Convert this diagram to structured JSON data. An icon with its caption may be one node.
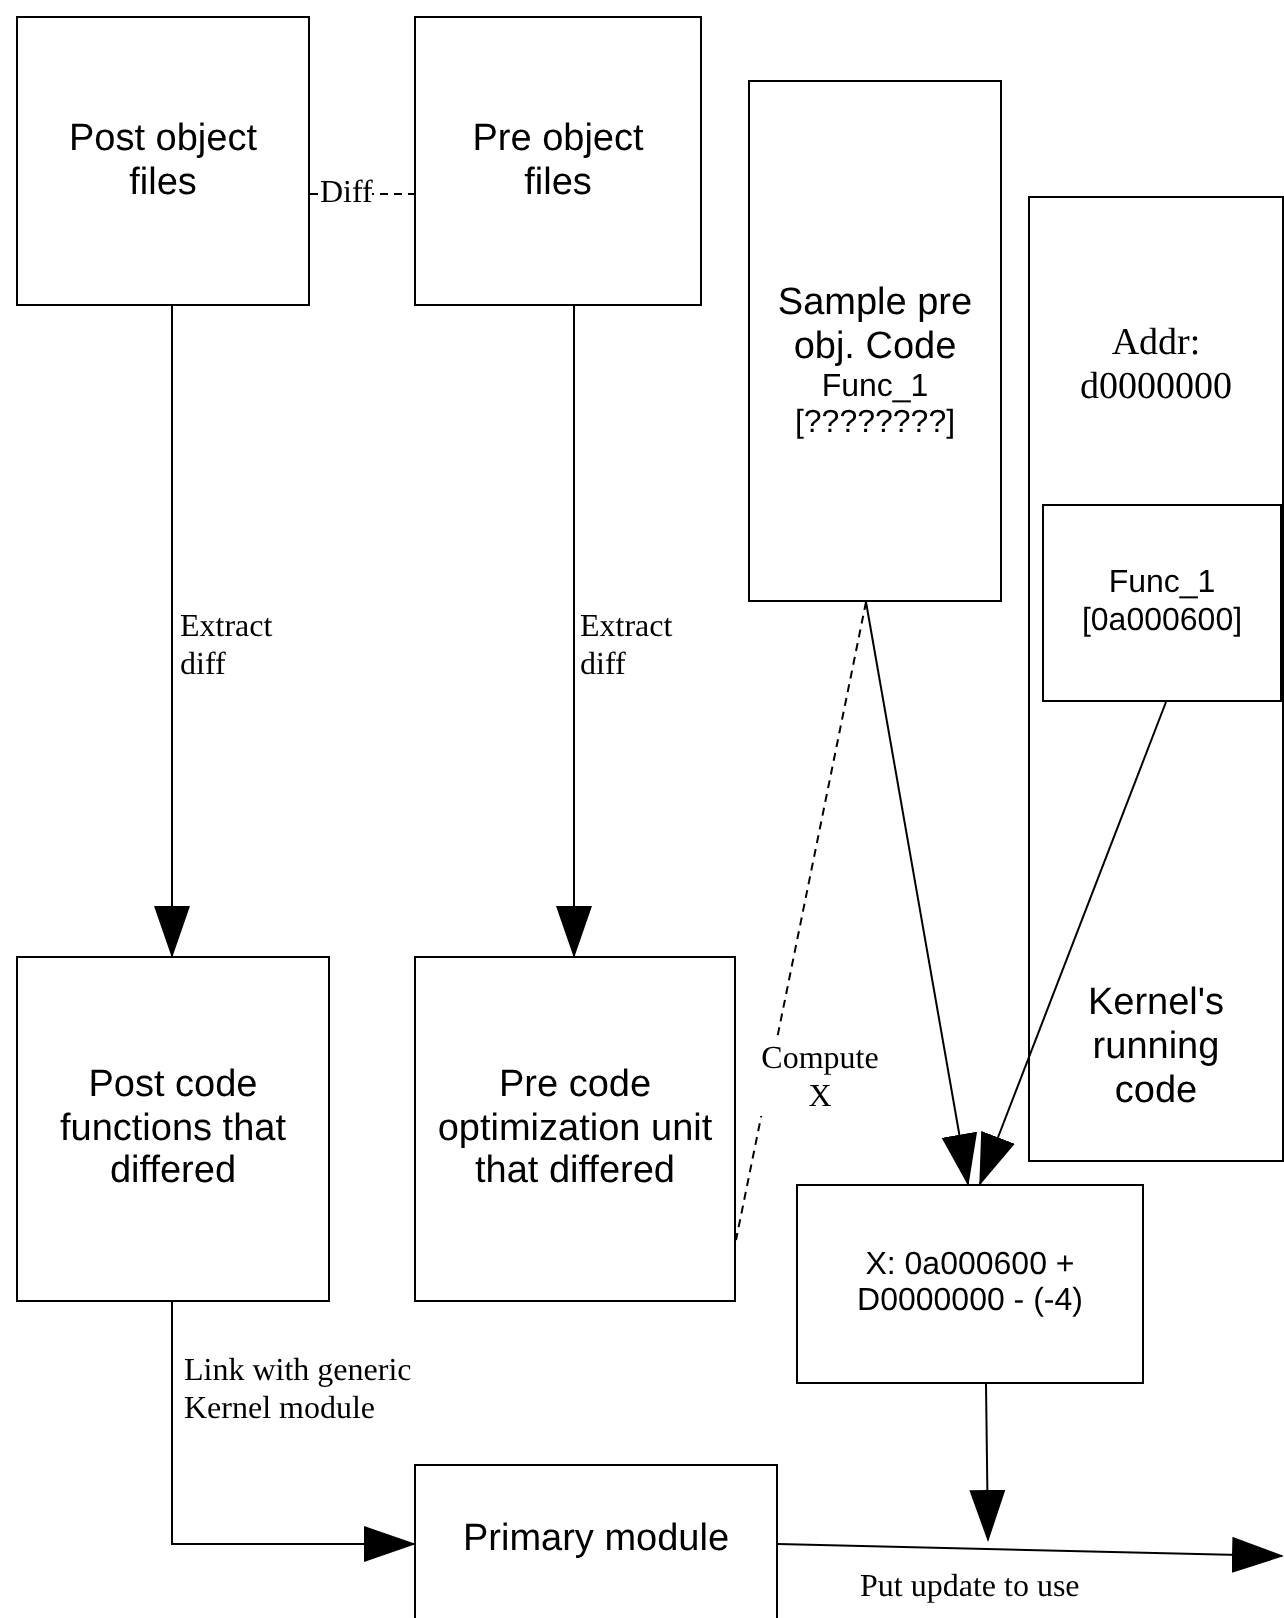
{
  "diagram": {
    "nodes": [
      {
        "text": [
          "Post object files"
        ]
      },
      {
        "text": [
          "Pre object files"
        ]
      },
      {
        "text": [
          "Sample pre obj. Code",
          "Func_1 [????????]"
        ]
      },
      {
        "text": [
          "Addr: d0000000",
          "Kernel's running code"
        ]
      },
      {
        "text": [
          "Func_1 [0a000600]"
        ],
        "in": 3
      },
      {
        "text": [
          "Post code functions that differed"
        ]
      },
      {
        "text": [
          "Pre code optimization unit that differed"
        ]
      },
      {
        "text": [
          "X: 0a000600 + D0000000 - (-4)"
        ]
      },
      {
        "text": [
          "Primary module"
        ]
      }
    ],
    "edges": [
      {
        "from": 0,
        "to": 1,
        "arrow": "none",
        "label": "Diff",
        "style": "dashed"
      },
      {
        "from": 0,
        "to": 5,
        "arrow": "to",
        "label": "Extract diff"
      },
      {
        "from": 1,
        "to": 6,
        "arrow": "to",
        "label": "Extract diff"
      },
      {
        "from": 2,
        "to": 6,
        "arrow": "none",
        "label": "Compute X",
        "style": "dashed"
      },
      {
        "from": 2,
        "to": 7,
        "arrow": "to"
      },
      {
        "from": 4,
        "to": 7,
        "arrow": "to"
      },
      {
        "from": 7,
        "to": null,
        "arrow": "to"
      },
      {
        "from": 5,
        "to": 8,
        "arrow": "to",
        "label": "Link with generic Kernel module"
      },
      {
        "from": 8,
        "to": null,
        "arrow": "to",
        "label": "Put update to use"
      }
    ]
  }
}
